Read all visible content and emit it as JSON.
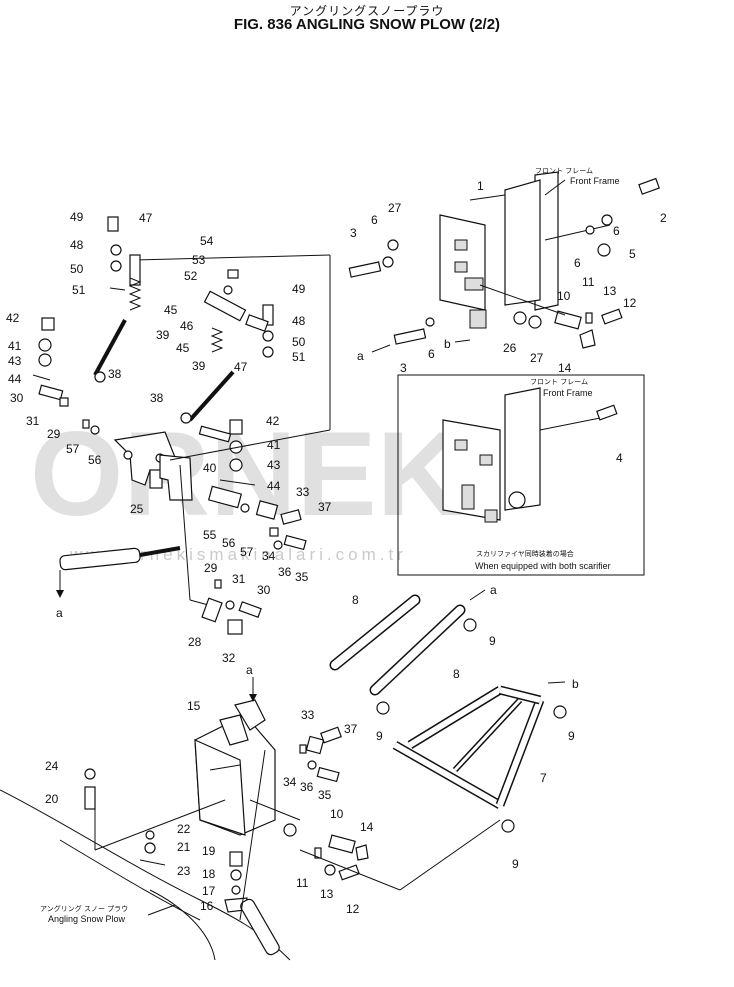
{
  "title_jp": "アングリングスノープラウ",
  "title_en": "FIG. 836  ANGLING SNOW PLOW (2/2)",
  "callouts": {
    "front_frame_jp": "フロント フレーム",
    "front_frame_en": "Front Frame",
    "inset_front_frame_jp": "フロント フレーム",
    "inset_front_frame_en": "Front Frame",
    "scarifier_jp": "スカリファイヤ同時装着の場合",
    "scarifier_en": "When equipped with both scarifier",
    "plow_jp": "アングリング スノー プラウ",
    "plow_en": "Angling Snow Plow"
  },
  "watermark": {
    "brand": "ORNEK",
    "url": "www.ornekismakinalari.com.tr"
  },
  "part_numbers": {
    "p1": "1",
    "p2": "2",
    "p3a": "3",
    "p3b": "3",
    "p4": "4",
    "p5": "5",
    "p6a": "6",
    "p6b": "6",
    "p6c": "6",
    "p6d": "6",
    "p7": "7",
    "p8a": "8",
    "p8b": "8",
    "p9a": "9",
    "p9b": "9",
    "p9c": "9",
    "p9d": "9",
    "p10a": "10",
    "p10b": "10",
    "p11a": "11",
    "p11b": "11",
    "p12a": "12",
    "p12b": "12",
    "p13a": "13",
    "p13b": "13",
    "p14a": "14",
    "p14b": "14",
    "p15": "15",
    "p16": "16",
    "p17": "17",
    "p18": "18",
    "p19": "19",
    "p20": "20",
    "p21": "21",
    "p22": "22",
    "p23": "23",
    "p24": "24",
    "p25": "25",
    "p26": "26",
    "p27a": "27",
    "p27b": "27",
    "p28": "28",
    "p29a": "29",
    "p29b": "29",
    "p30a": "30",
    "p30b": "30",
    "p31a": "31",
    "p31b": "31",
    "p32": "32",
    "p33a": "33",
    "p33b": "33",
    "p34a": "34",
    "p34b": "34",
    "p35a": "35",
    "p35b": "35",
    "p36a": "36",
    "p36b": "36",
    "p37a": "37",
    "p37b": "37",
    "p38a": "38",
    "p38b": "38",
    "p39a": "39",
    "p39b": "39",
    "p40": "40",
    "p41a": "41",
    "p41b": "41",
    "p42a": "42",
    "p42b": "42",
    "p43a": "43",
    "p43b": "43",
    "p44a": "44",
    "p44b": "44",
    "p45a": "45",
    "p45b": "45",
    "p46": "46",
    "p47a": "47",
    "p47b": "47",
    "p48a": "48",
    "p48b": "48",
    "p49a": "49",
    "p49b": "49",
    "p50a": "50",
    "p50b": "50",
    "p51a": "51",
    "p51b": "51",
    "p52": "52",
    "p53": "53",
    "p54": "54",
    "p55": "55",
    "p56a": "56",
    "p56b": "56",
    "p57a": "57",
    "p57b": "57"
  },
  "reference_letters": {
    "a1": "a",
    "a2": "a",
    "a3": "a",
    "a4": "a",
    "b1": "b",
    "b2": "b"
  }
}
